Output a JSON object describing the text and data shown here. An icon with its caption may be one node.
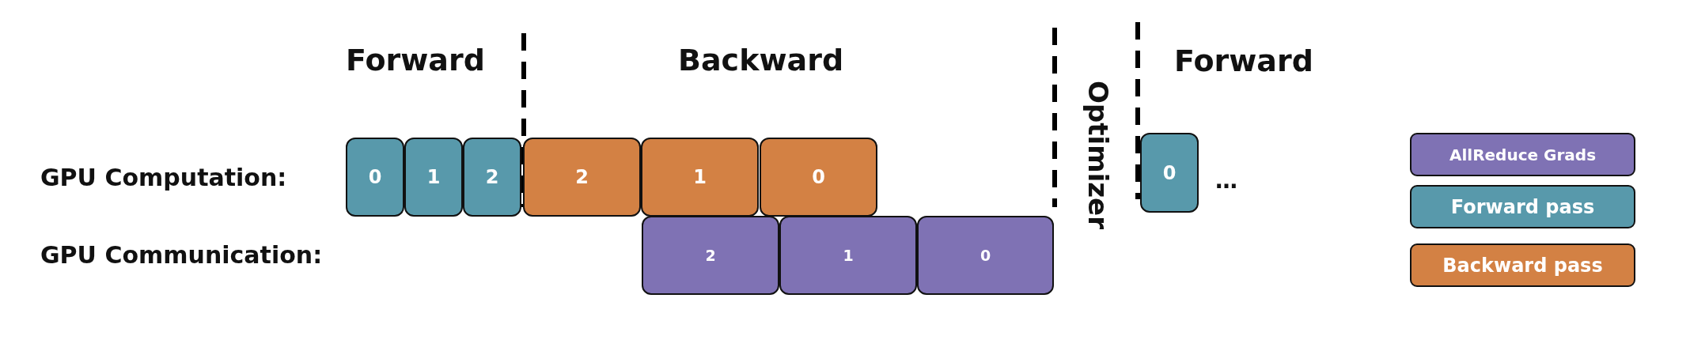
{
  "diagram": {
    "nodes": [
      {
        "text": [
          "0"
        ]
      },
      {
        "text": [
          "1"
        ]
      },
      {
        "text": [
          "2"
        ]
      },
      {
        "text": [
          "2"
        ]
      },
      {
        "text": [
          "1"
        ]
      },
      {
        "text": [
          "0"
        ]
      },
      {
        "text": [
          "2"
        ]
      },
      {
        "text": [
          "1"
        ]
      },
      {
        "text": [
          "0"
        ]
      },
      {
        "text": [
          "0"
        ]
      }
    ],
    "edges": [],
    "labels": [
      "Forward",
      "Backward",
      "Optimizer",
      "Forward",
      "GPU Computation:",
      "GPU Communication:",
      "…"
    ],
    "legend": [
      {
        "text": "AllReduce Grads",
        "color": "#7f72b4"
      },
      {
        "text": "Forward pass",
        "color": "#5899ab"
      },
      {
        "text": "Backward pass",
        "color": "#d38144"
      }
    ]
  }
}
